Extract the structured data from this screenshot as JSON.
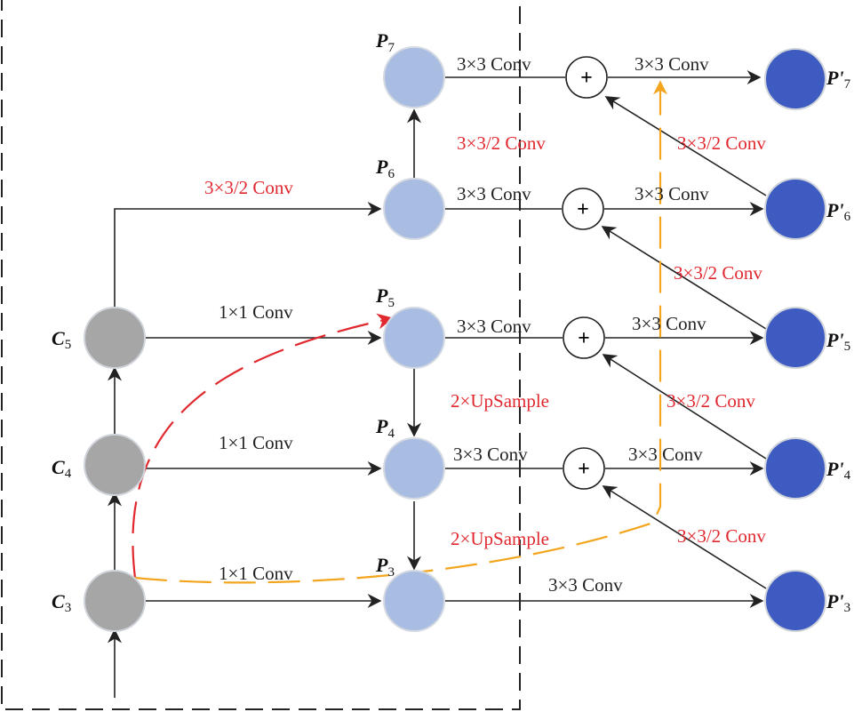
{
  "colors": {
    "backbone": "#a6a6a6",
    "pyramid": "#a9bde3",
    "output": "#3d5bc0",
    "red_label": "#e0282e",
    "orange_path": "#f2a51d",
    "red_path": "#e0282e",
    "line": "#222222"
  },
  "nodes": {
    "c3": {
      "letter": "C",
      "sub": "3",
      "prime": ""
    },
    "c4": {
      "letter": "C",
      "sub": "4",
      "prime": ""
    },
    "c5": {
      "letter": "C",
      "sub": "5",
      "prime": ""
    },
    "p3": {
      "letter": "P",
      "sub": "3",
      "prime": ""
    },
    "p4": {
      "letter": "P",
      "sub": "4",
      "prime": ""
    },
    "p5": {
      "letter": "P",
      "sub": "5",
      "prime": ""
    },
    "p6": {
      "letter": "P",
      "sub": "6",
      "prime": ""
    },
    "p7": {
      "letter": "P",
      "sub": "7",
      "prime": ""
    },
    "o3": {
      "letter": "P",
      "sub": "3",
      "prime": "'"
    },
    "o4": {
      "letter": "P",
      "sub": "4",
      "prime": "'"
    },
    "o5": {
      "letter": "P",
      "sub": "5",
      "prime": "'"
    },
    "o6": {
      "letter": "P",
      "sub": "6",
      "prime": "'"
    },
    "o7": {
      "letter": "P",
      "sub": "7",
      "prime": "'"
    }
  },
  "edge_labels": {
    "c5_p6": "3×3/2 Conv",
    "p6_p7": "3×3/2 Conv",
    "c5_p5": "1×1 Conv",
    "c4_p4": "1×1 Conv",
    "c3_p3": "1×1 Conv",
    "p5_p4": "2×UpSample",
    "p4_p3": "2×UpSample",
    "p7_add": "3×3 Conv",
    "p6_add": "3×3 Conv",
    "p5_add": "3×3 Conv",
    "p4_add": "3×3 Conv",
    "add7_out": "3×3 Conv",
    "add6_out": "3×3 Conv",
    "add5_out": "3×3 Conv",
    "add4_out": "3×3 Conv",
    "p3_out": "3×3 Conv",
    "o6_add7": "3×3/2 Conv",
    "o5_add6": "3×3/2 Conv",
    "o4_add5": "3×3/2 Conv",
    "o3_add4": "3×3/2 Conv"
  },
  "sum_symbol": "+"
}
